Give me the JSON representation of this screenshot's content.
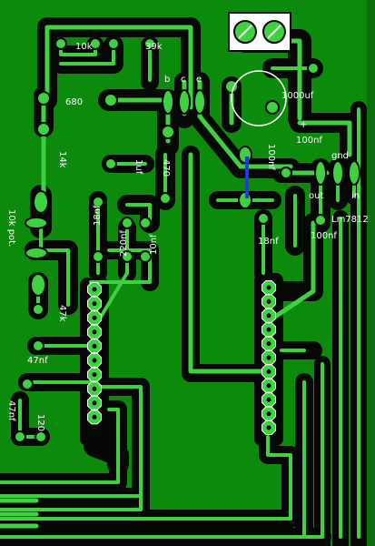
{
  "board": {
    "background": "#0b8a0b",
    "trace_color": "#3fd13f",
    "clearance_color": "#050805",
    "jumper_color": "#1a3fd6",
    "label_color": "#ffffff"
  },
  "labels": {
    "r_10k": "10k",
    "r_39k": "39k",
    "r_680": "680",
    "r_14k": "14k",
    "pot_10k": "10k pot.",
    "r_47k": "47k",
    "c_47nf_a": "47nf",
    "c_47nf_b": "47nf",
    "r_120": "120",
    "c_1uf": "1uf",
    "r_470": "470",
    "c_18nf_a": "18nf",
    "c_220nf": "220nf",
    "c_10nf": "10nf",
    "c_18nf_b": "18nf",
    "c_100nf_a": "100nf",
    "c_100nf_b": "100nf",
    "c_100nf_c": "100nf",
    "c_1000uf": "1000uf",
    "plus": "+",
    "pin_b": "b",
    "pin_c": "c",
    "pin_e": "e",
    "reg_gnd": "gnd",
    "reg_out": "out",
    "reg_in": "in",
    "reg_name": "Lm7812"
  }
}
